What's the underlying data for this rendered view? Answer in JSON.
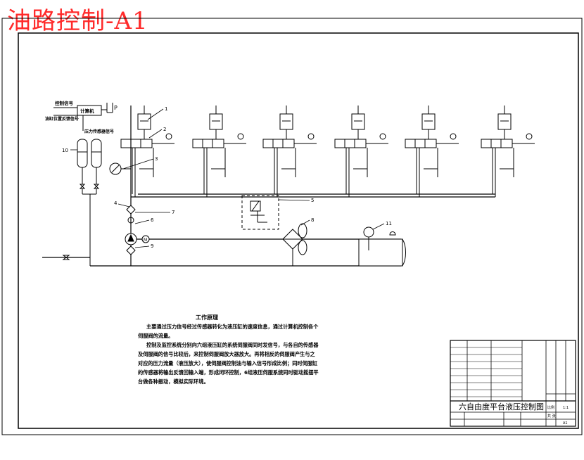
{
  "title": "油路控制-A1",
  "labels": {
    "control_signal": "控制信号",
    "computer": "计算机",
    "pressure_P": "P",
    "position_feedback": "油缸位置反馈信号",
    "pressure_sensor": "压力传感器信号",
    "motor": "M"
  },
  "callouts": [
    "1",
    "2",
    "3",
    "4",
    "5",
    "6",
    "7",
    "8",
    "9",
    "10",
    "11"
  ],
  "principle": {
    "title": "工作原理",
    "paragraphs": [
      "主要通过压力信号经过传感器转化为液压缸的速度信息，通过计算机控制各个伺服阀的流量。",
      "控制及监控系统分别向六组液压缸的系统伺服阀同时发信号，与各自的传感器及伺服阀的信号比较后，来控制伺服阀放大器放大。再将相反的伺服阀产生与之对应的压力流量（液压放大），使伺服阀控制油与输入信号形成比例；同时伺服缸的传感器将输出反馈回输入端，形成闭环控制，6组液压伺服系统同时驱动摇摆平台做各种振动，模拟实际环境。"
    ]
  },
  "title_block": {
    "drawing_name": "六自由度平台液压控制图",
    "scale_label": "比例",
    "scale_value": "1:1",
    "sheet_label": "共  张",
    "part_no": "A1"
  }
}
